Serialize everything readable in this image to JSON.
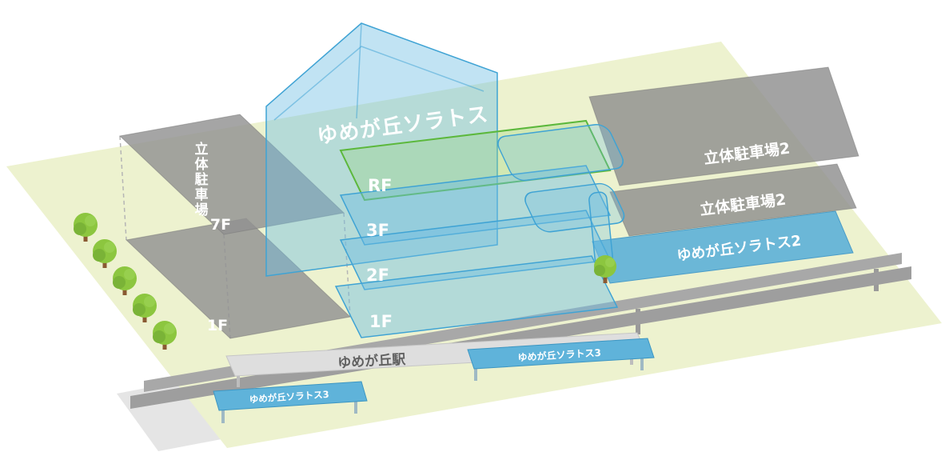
{
  "colors": {
    "ground": "#edf2cf",
    "building_blue": "#3fa3d4",
    "floor_green": "#5cb83c",
    "parking_gray": "#8f8f8f",
    "station_gray": "#dedede",
    "rail_gray": "#a3a3a3",
    "tree_green": "#8cc63f",
    "label_white": "#ffffff"
  },
  "map": {
    "main_building": {
      "name": "ゆめが丘ソラトス",
      "floors": [
        {
          "label": "RF"
        },
        {
          "label": "3F"
        },
        {
          "label": "2F"
        },
        {
          "label": "1F"
        }
      ]
    },
    "parking_west": {
      "name": "立体駐車場",
      "top_label": "7F",
      "bottom_label": "1F"
    },
    "parking_east_upper": {
      "label": "立体駐車場2"
    },
    "parking_east_lower": {
      "label": "立体駐車場2"
    },
    "soratos2": {
      "label": "ゆめが丘ソラトス2"
    },
    "station": {
      "label": "ゆめが丘駅"
    },
    "soratos3_east": {
      "label": "ゆめが丘ソラトス3"
    },
    "soratos3_west": {
      "label": "ゆめが丘ソラトス3"
    }
  }
}
